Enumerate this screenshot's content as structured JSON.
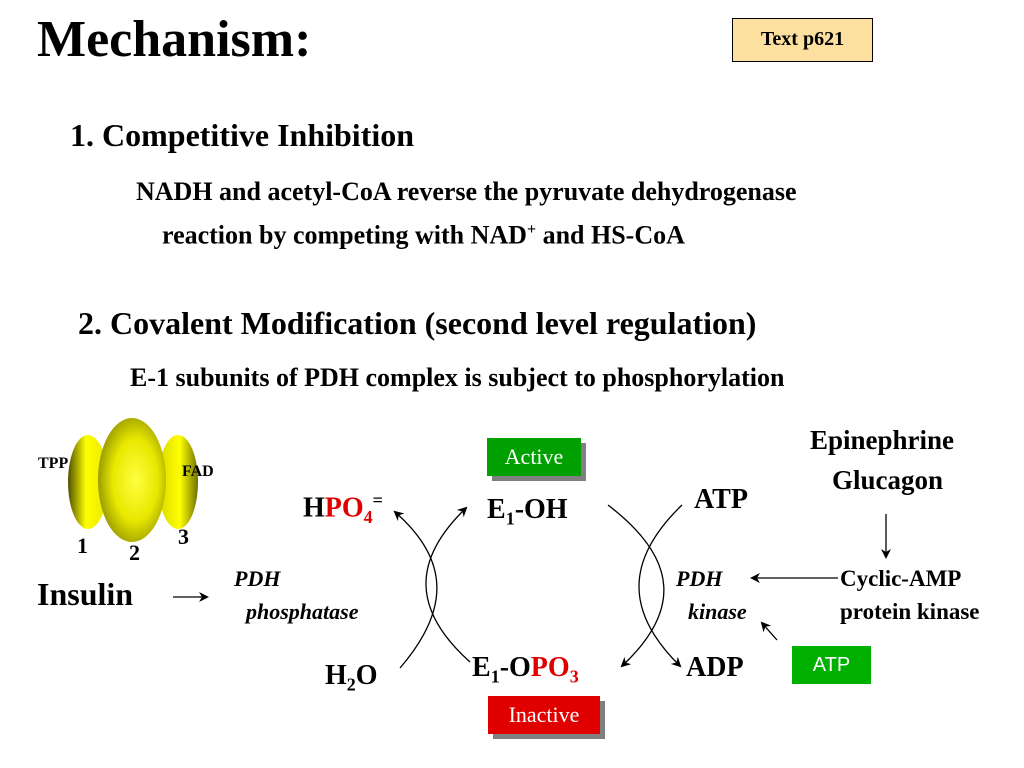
{
  "title": "Mechanism:",
  "text_ref": "Text p621",
  "section1": {
    "heading": "1.  Competitive Inhibition",
    "line1": "NADH and acetyl-CoA reverse the pyruvate dehydrogenase",
    "line2_pre": "reaction by competing with NAD",
    "line2_sup": "+",
    "line2_post": " and HS-CoA"
  },
  "section2": {
    "heading": "2.  Covalent Modification (second level regulation)",
    "line1": "E-1 subunits of PDH complex is subject to phosphorylation"
  },
  "complex": {
    "tpp": "TPP",
    "fad": "FAD",
    "num1": "1",
    "num2": "2",
    "num3": "3",
    "colors": {
      "yellow": "#ffff00",
      "shadow": "#6b6b00"
    }
  },
  "insulin": "Insulin",
  "hpo4": {
    "h": "H",
    "po": "PO",
    "sub": "4",
    "sup": "="
  },
  "e1_oh": {
    "e": "E",
    "sub": "1",
    "rest": "-OH"
  },
  "e1_opo3": {
    "e": "E",
    "sub": "1",
    "dash_o": "-O",
    "po": "PO",
    "po_sub": "3"
  },
  "h2o": {
    "h": "H",
    "sub": "2",
    "o": "O"
  },
  "pdh_phosphatase": {
    "line1": "PDH",
    "line2": "phosphatase"
  },
  "pdh_kinase": {
    "line1": "PDH",
    "line2": "kinase"
  },
  "atp_top": "ATP",
  "adp": "ADP",
  "atp_box": "ATP",
  "active_label": "Active",
  "inactive_label": "Inactive",
  "hormones": {
    "line1": "Epinephrine",
    "line2": "Glucagon"
  },
  "camp_kinase": {
    "line1": "Cyclic-AMP",
    "line2": "protein kinase"
  },
  "colors": {
    "active_green": "#00a000",
    "inactive_red": "#e00000",
    "atp_green": "#00b000",
    "label_red": "#e00000"
  }
}
